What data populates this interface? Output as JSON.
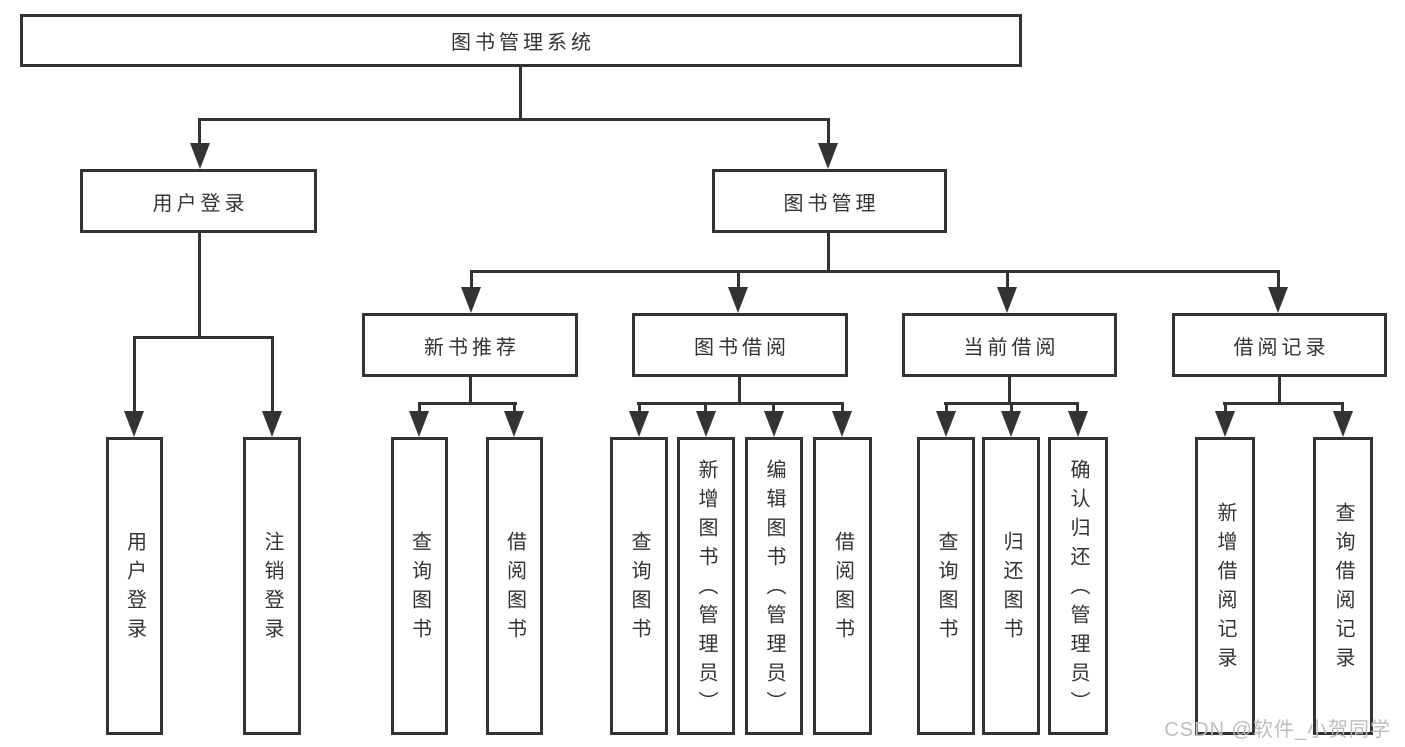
{
  "nodes": {
    "root": "图书管理系统",
    "level2": [
      "用户登录",
      "图书管理"
    ],
    "level3": [
      "新书推荐",
      "图书借阅",
      "当前借阅",
      "借阅记录"
    ],
    "level4": {
      "user_login": [
        "用户登录",
        "注销登录"
      ],
      "new_book": [
        "查询图书",
        "借阅图书"
      ],
      "book_borrow": [
        "查询图书",
        "新增图书（管理员）",
        "编辑图书（管理员）",
        "借阅图书"
      ],
      "current_borrow": [
        "查询图书",
        "归还图书",
        "确认归还（管理员）"
      ],
      "borrow_record": [
        "新增借阅记录",
        "查询借阅记录"
      ]
    }
  },
  "watermark": "CSDN @软件_小贺同学",
  "colors": {
    "line": "#333333",
    "text": "#333333",
    "background": "#ffffff",
    "watermark": "#bdbdbd"
  }
}
